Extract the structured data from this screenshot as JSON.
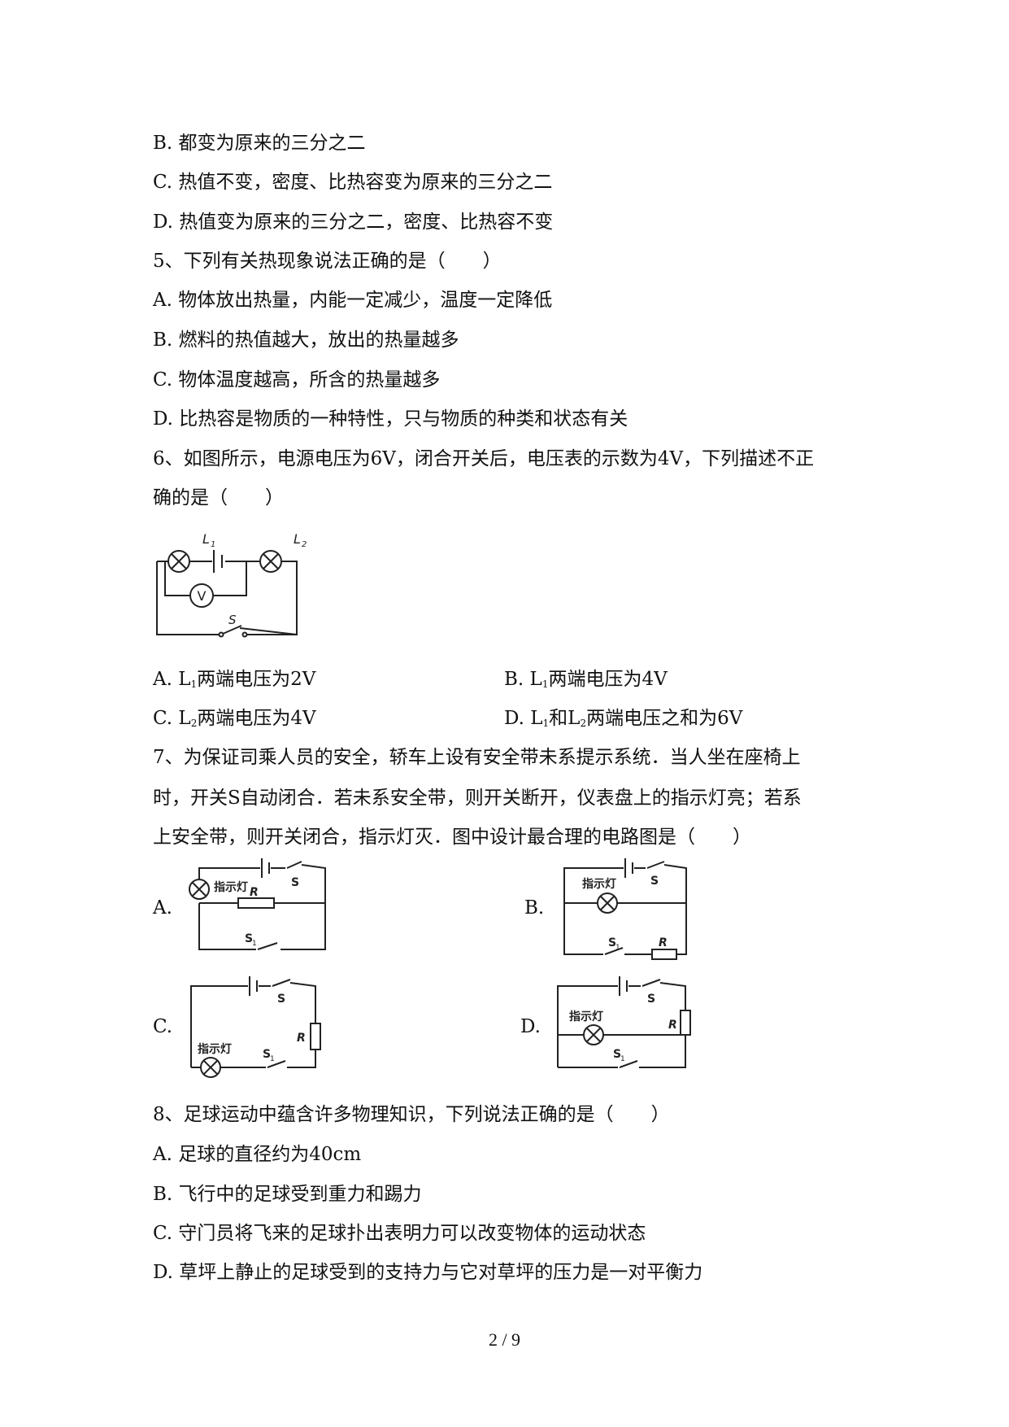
{
  "q4_tail": {
    "opt_b": "B. 都变为原来的三分之二",
    "opt_c": "C. 热值不变，密度、比热容变为原来的三分之二",
    "opt_d": "D. 热值变为原来的三分之二，密度、比热容不变"
  },
  "q5": {
    "stem": "5、下列有关热现象说法正确的是（　　）",
    "opt_a": "A. 物体放出热量，内能一定减少，温度一定降低",
    "opt_b": "B. 燃料的热值越大，放出的热量越多",
    "opt_c": "C. 物体温度越高，所含的热量越多",
    "opt_d": "D. 比热容是物质的一种特性，只与物质的种类和状态有关"
  },
  "q6": {
    "stem_1": "6、如图所示，电源电压为6V，闭合开关后，电压表的示数为4V，下列描述不正",
    "stem_2": "确的是（　　）",
    "fig_labels": {
      "l1": "L",
      "l1_sub": "1",
      "l2": "L",
      "l2_sub": "2",
      "meter": "V",
      "switch": "S"
    },
    "opt_a": {
      "pre": "A. L",
      "sub": "1",
      "post": "两端电压为2V"
    },
    "opt_b": {
      "pre": "B. L",
      "sub": "1",
      "post": "两端电压为4V"
    },
    "opt_c": {
      "pre": "C. L",
      "sub": "2",
      "post": "两端电压为4V"
    },
    "opt_d": {
      "pre": "D. L",
      "sub": "1",
      "mid": "和L",
      "sub2": "2",
      "post": "两端电压之和为6V"
    }
  },
  "q7": {
    "stem_1": "7、为保证司乘人员的安全，轿车上设有安全带未系提示系统．当人坐在座椅上",
    "stem_2": "时，开关S自动闭合．若未系安全带，则开关断开，仪表盘上的指示灯亮；若系",
    "stem_3": "上安全带，则开关闭合，指示灯灭．图中设计最合理的电路图是（　　）",
    "cap_a": "A.",
    "cap_b": "B.",
    "cap_c": "C.",
    "cap_d": "D.",
    "fig_labels": {
      "lamp": "指示灯",
      "switch": "S",
      "switch1": "S",
      "switch1_sub": "1",
      "resistor": "R"
    }
  },
  "q8": {
    "stem": "8、足球运动中蕴含许多物理知识，下列说法正确的是（　　）",
    "opt_a": "A. 足球的直径约为40cm",
    "opt_b": "B. 飞行中的足球受到重力和踢力",
    "opt_c": "C. 守门员将飞来的足球扑出表明力可以改变物体的运动状态",
    "opt_d": "D. 草坪上静止的足球受到的支持力与它对草坪的压力是一对平衡力"
  },
  "footer": {
    "page": "2 / 9"
  }
}
